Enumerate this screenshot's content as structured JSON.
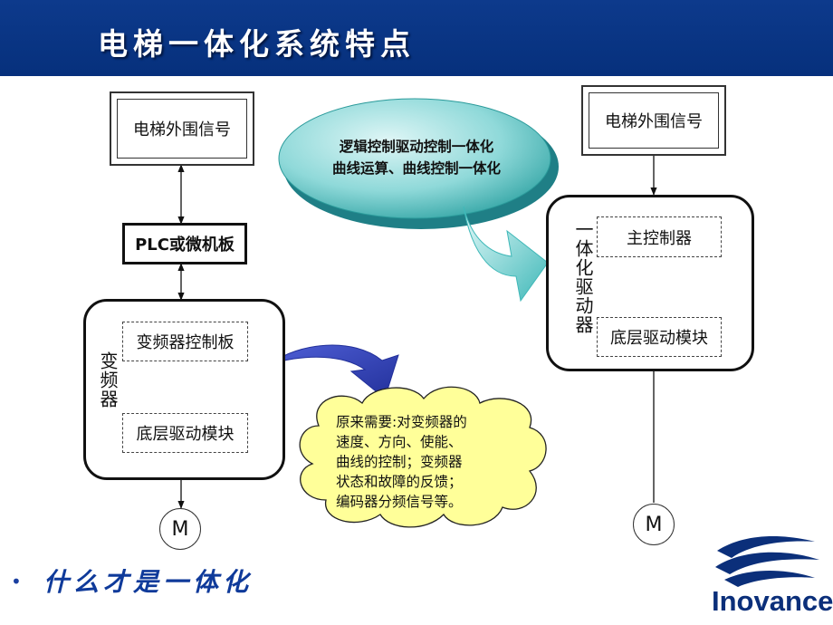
{
  "title": "电梯一体化系统特点",
  "left": {
    "peripheral_label": "电梯外围信号",
    "plc_label": "PLC或微机板",
    "inverter_label": "变频器",
    "control_board_label": "变频器控制板",
    "drive_module_label": "底层驱动模块",
    "motor_label": "M"
  },
  "right": {
    "peripheral_label": "电梯外围信号",
    "integrated_label": "一体化驱动器",
    "main_controller_label": "主控制器",
    "drive_module_label": "底层驱动模块",
    "motor_label": "M"
  },
  "ellipse": {
    "line1": "逻辑控制驱动控制一体化",
    "line2": "曲线运算、曲线控制一体化"
  },
  "cloud": {
    "line1": "原来需要:对变频器的",
    "line2": "速度、方向、使能、",
    "line3": "曲线的控制；变频器",
    "line4": "状态和故障的反馈；",
    "line5": "编码器分频信号等。"
  },
  "bullet": {
    "symbol": "•",
    "text": "什么才是一体化"
  },
  "logo": {
    "text": "Inovance",
    "color": "#0b2f7a"
  },
  "colors": {
    "title_bar": "#0d3a8c",
    "ellipse": "#7fd6d6",
    "cloud": "#ffff99",
    "arrow_blue": "#2a3fb5"
  }
}
